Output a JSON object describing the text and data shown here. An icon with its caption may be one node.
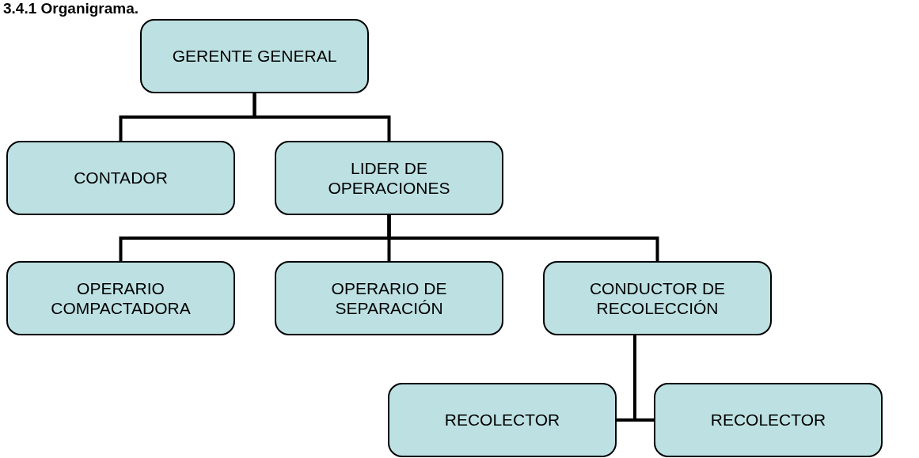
{
  "diagram": {
    "title": "3.4.1 Organigrama.",
    "nodes": [
      {
        "text": [
          "GERENTE GENERAL"
        ]
      },
      {
        "text": [
          "CONTADOR"
        ]
      },
      {
        "text": [
          "LIDER DE OPERACIONES"
        ]
      },
      {
        "text": [
          "OPERARIO COMPACTADORA"
        ]
      },
      {
        "text": [
          "OPERARIO DE SEPARACIÓN"
        ]
      },
      {
        "text": [
          "CONDUCTOR DE RECOLECCIÓN"
        ]
      },
      {
        "text": [
          "RECOLECTOR"
        ]
      },
      {
        "text": [
          "RECOLECTOR"
        ]
      }
    ],
    "edges": [
      {
        "from": 0,
        "to": 1,
        "arrow": "none"
      },
      {
        "from": 0,
        "to": 2,
        "arrow": "none"
      },
      {
        "from": 2,
        "to": 3,
        "arrow": "none"
      },
      {
        "from": 2,
        "to": 4,
        "arrow": "none"
      },
      {
        "from": 2,
        "to": 5,
        "arrow": "none"
      },
      {
        "from": 5,
        "to": 6,
        "arrow": "none"
      },
      {
        "from": 5,
        "to": 7,
        "arrow": "none"
      }
    ]
  }
}
